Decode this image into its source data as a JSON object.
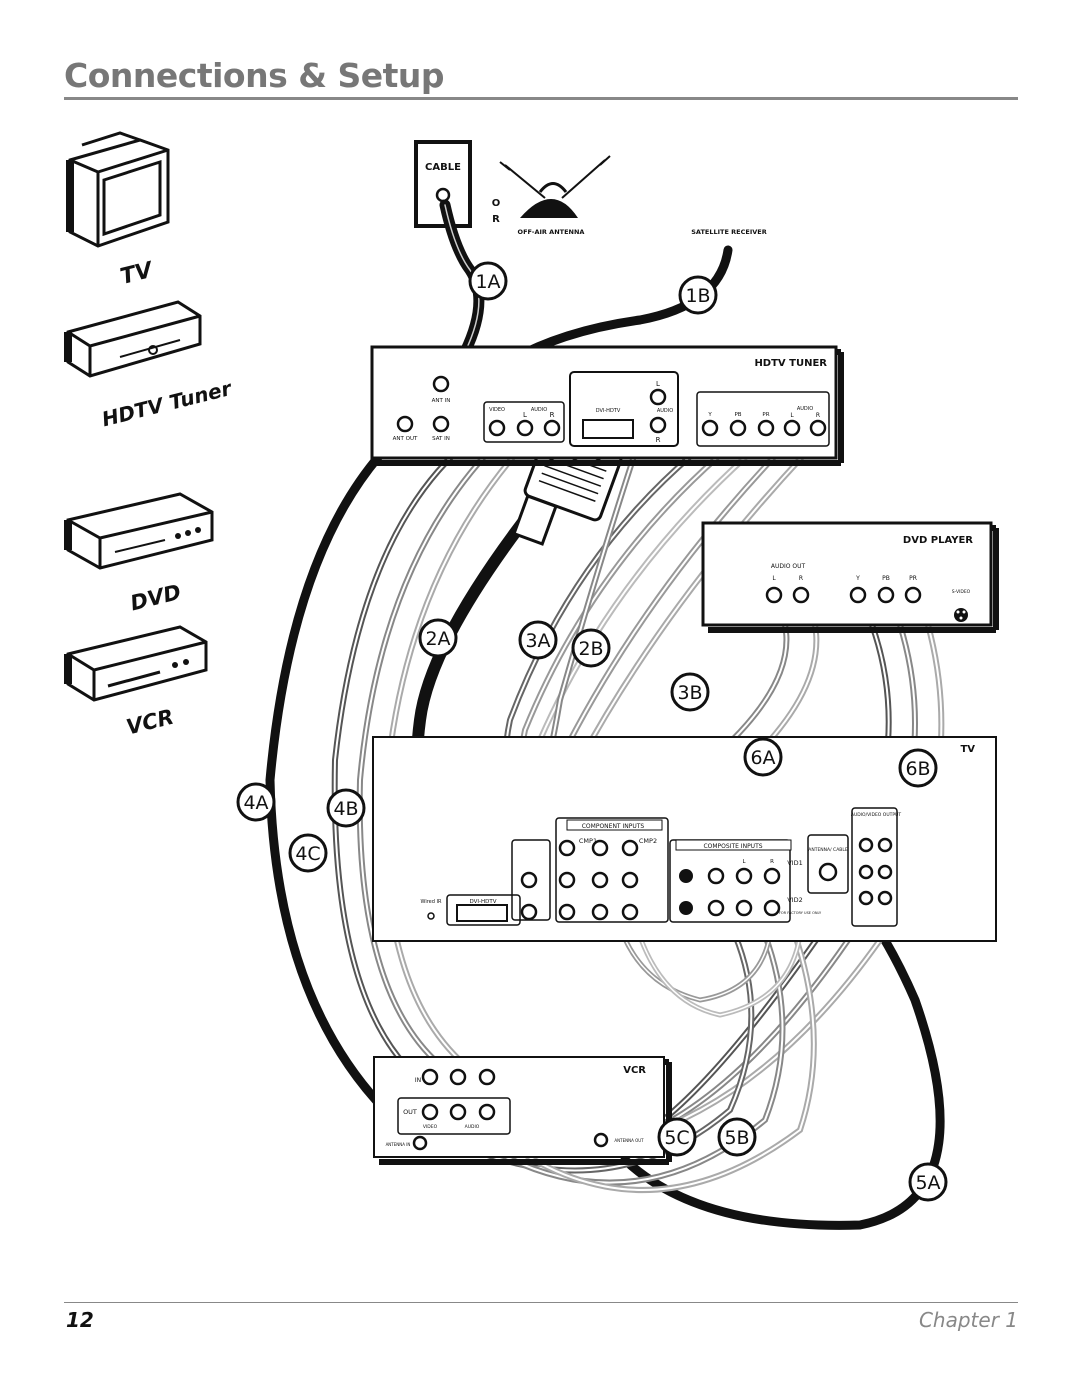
{
  "header": {
    "title": "Connections & Setup"
  },
  "footer": {
    "page_number": "12",
    "chapter": "Chapter 1"
  },
  "legend": {
    "tv": "TV",
    "hdtv_tuner": "HDTV Tuner",
    "dvd": "DVD",
    "vcr": "VCR"
  },
  "sources": {
    "cable": "CABLE",
    "or_o": "O",
    "or_r": "R",
    "off_air": "OFF-AIR ANTENNA",
    "satellite": "SATELLITE RECEIVER"
  },
  "hdtv_tuner": {
    "title": "HDTV TUNER",
    "ant_in": "ANT IN",
    "ant_out": "ANT OUT",
    "sat_in": "SAT IN",
    "video": "VIDEO",
    "audio": "AUDIO",
    "l": "L",
    "r": "R",
    "dvi": "DVI-HDTV",
    "audio2": "AUDIO",
    "l2": "L",
    "r2": "R",
    "y": "Y",
    "pb": "PB",
    "pr": "PR",
    "audio3": "AUDIO",
    "l3": "L",
    "r3": "R"
  },
  "dvd_player": {
    "title": "DVD PLAYER",
    "audio_out": "AUDIO OUT",
    "l": "L",
    "r": "R",
    "y": "Y",
    "pb": "PB",
    "pr": "PR",
    "svideo": "S-VIDEO"
  },
  "tv_panel": {
    "title": "TV",
    "component_inputs": "COMPONENT INPUTS",
    "cmp1": "CMP1",
    "cmp2": "CMP2",
    "composite_inputs": "COMPOSITE INPUTS",
    "vid1": "VID1",
    "vid2": "VID2",
    "l": "L",
    "r": "R",
    "dvi": "DVI-HDTV",
    "wired_ir": "Wired IR",
    "antenna_cable": "ANTENNA/ CABLE",
    "audio_video_out": "AUDIO/VIDEO OUTPUT",
    "factory": "FOR FACTORY USE ONLY"
  },
  "vcr_panel": {
    "title": "VCR",
    "in": "IN",
    "out": "OUT",
    "video": "VIDEO",
    "audio": "AUDIO",
    "antenna_in": "ANTENNA IN",
    "antenna_out": "ANTENNA OUT"
  },
  "callouts": [
    "1A",
    "1B",
    "2A",
    "2B",
    "3A",
    "3B",
    "4A",
    "4B",
    "4C",
    "5A",
    "5B",
    "5C",
    "6A",
    "6B"
  ]
}
